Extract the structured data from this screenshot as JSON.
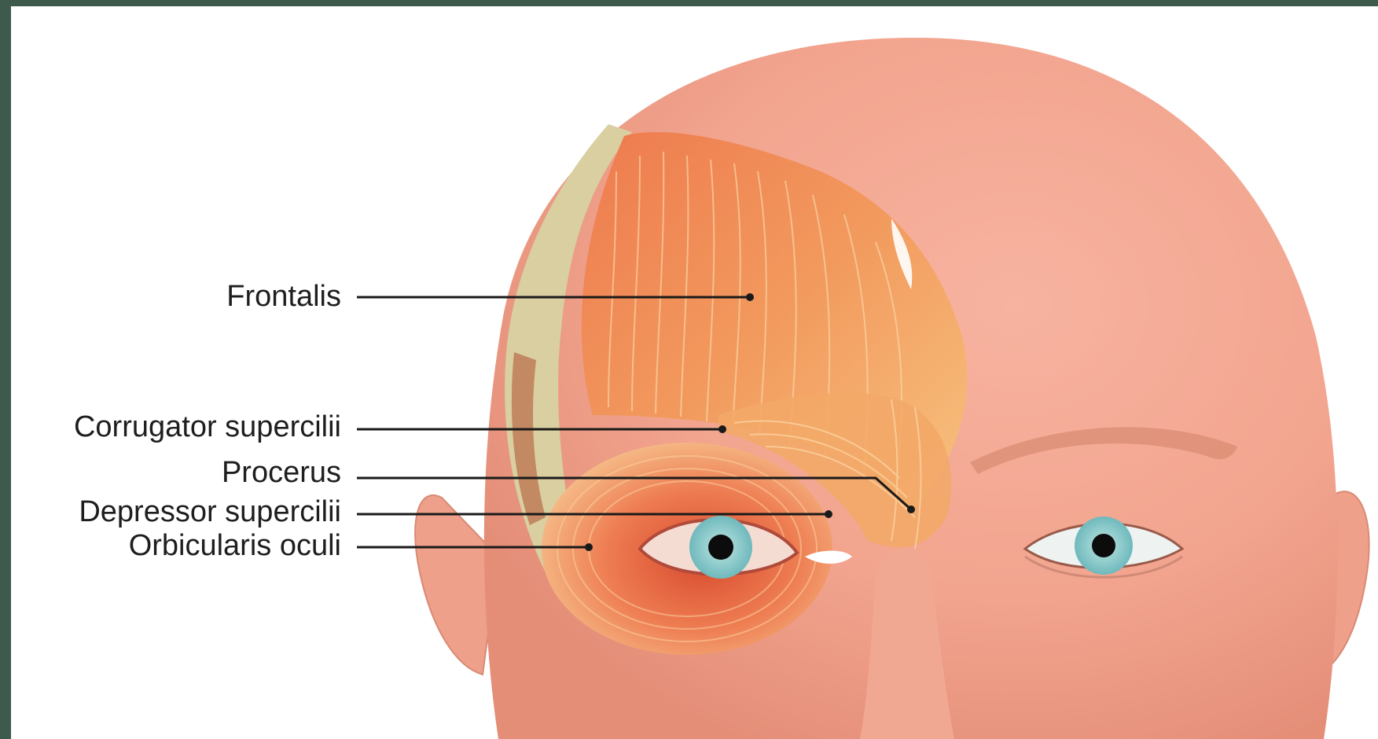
{
  "labels": {
    "frontalis": "Frontalis",
    "corrugator_supercilii": "Corrugator supercilii",
    "procerus": "Procerus",
    "depressor_supercilii": "Depressor supercilii",
    "orbicularis_oculi": "Orbicularis oculi"
  },
  "colors": {
    "frame_border": "#3d5a4d",
    "skin": "#f2a48e",
    "muscle": "#e8663f",
    "muscle_light": "#f6c08a",
    "bone": "#d9cfa0",
    "iris": "#9fd3d3",
    "leader_line": "#1a1a1a"
  }
}
